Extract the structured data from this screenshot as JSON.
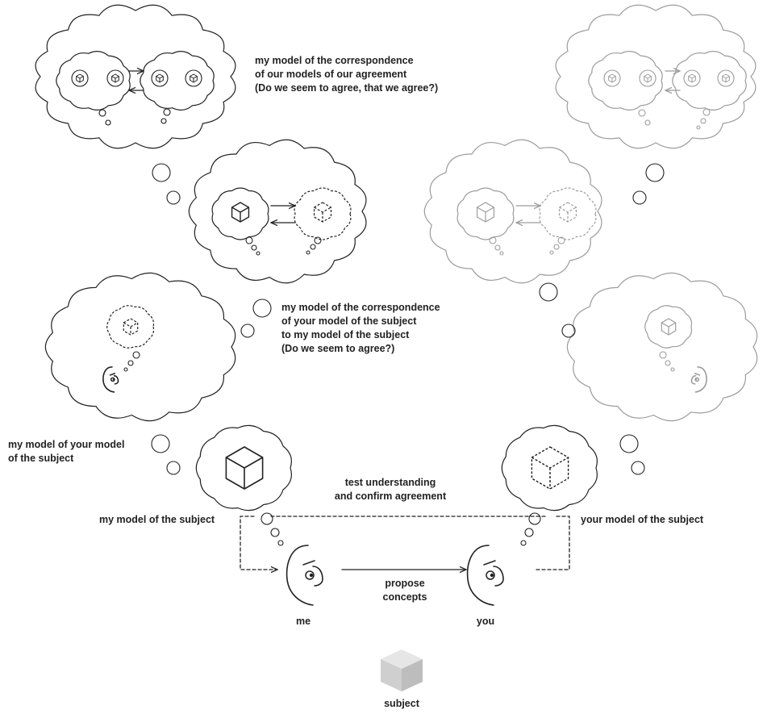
{
  "labels": {
    "top_line1": "my model of the correspondence",
    "top_line2": "of our models of our agreement",
    "top_line3": "(Do we seem to agree, that we agree?)",
    "mid_line1": "my model of the correspondence",
    "mid_line2": "of your model of the subject",
    "mid_line3": "to my model of the subject",
    "mid_line4": "(Do we seem to agree?)",
    "your_model_line1": "my model of your model",
    "your_model_line2": "of the subject",
    "test_line1": "test understanding",
    "test_line2": "and confirm agreement",
    "my_subject": "my model of the subject",
    "your_subject": "your model of the subject",
    "propose_line1": "propose",
    "propose_line2": "concepts",
    "me": "me",
    "you": "you",
    "subject": "subject"
  },
  "colors": {
    "ink": "#222222",
    "faint": "#9c9c9c",
    "subject_top": "#e6e6e6",
    "subject_left": "#cfcfcf",
    "subject_right": "#bdbdbd"
  },
  "icons": [
    "thought-cloud-icon",
    "cube-icon",
    "dashed-cube-icon",
    "face-icon",
    "arrow-icon"
  ]
}
